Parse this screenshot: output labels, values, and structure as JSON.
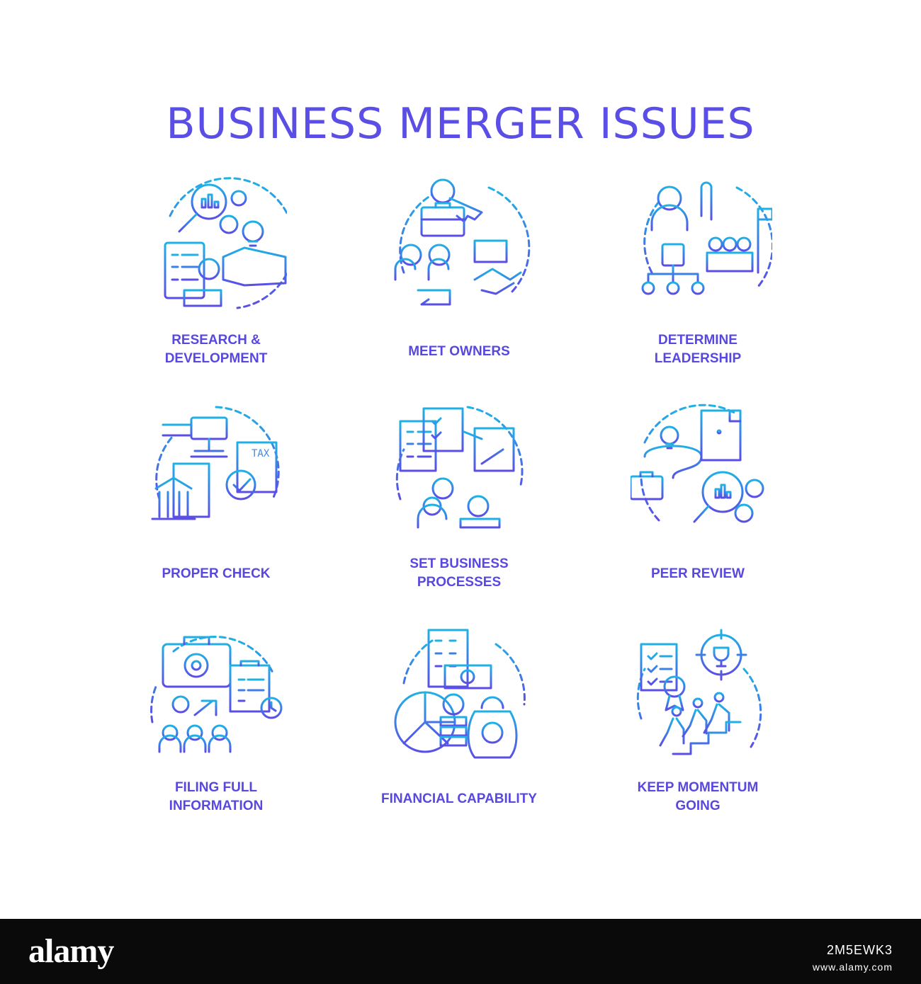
{
  "title": "BUSINESS MERGER ISSUES",
  "colors": {
    "gradient_start": "#1fb1e6",
    "gradient_end": "#5a4ee6",
    "label": "#5948e0"
  },
  "items": [
    {
      "line1": "RESEARCH &",
      "line2": "DEVELOPMENT",
      "icon": "research-development-icon"
    },
    {
      "line1": "MEET OWNERS",
      "line2": "",
      "icon": "meet-owners-icon"
    },
    {
      "line1": "DETERMINE",
      "line2": "LEADERSHIP",
      "icon": "determine-leadership-icon"
    },
    {
      "line1": "PROPER CHECK",
      "line2": "",
      "icon": "proper-check-icon"
    },
    {
      "line1": "SET BUSINESS",
      "line2": "PROCESSES",
      "icon": "set-business-processes-icon"
    },
    {
      "line1": "PEER REVIEW",
      "line2": "",
      "icon": "peer-review-icon"
    },
    {
      "line1": "FILING FULL",
      "line2": "INFORMATION",
      "icon": "filing-full-information-icon"
    },
    {
      "line1": "FINANCIAL CAPABILITY",
      "line2": "",
      "icon": "financial-capability-icon"
    },
    {
      "line1": "KEEP MOMENTUM",
      "line2": "GOING",
      "icon": "keep-momentum-going-icon"
    }
  ],
  "footer": {
    "logo": "alamy",
    "image_id": "2M5EWK3",
    "url": "www.alamy.com"
  }
}
